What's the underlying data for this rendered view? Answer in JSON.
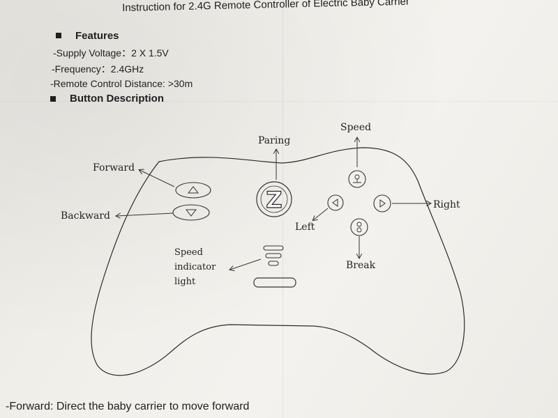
{
  "title": "Instruction for 2.4G Remote Controller of Electric Baby Carrier",
  "features": {
    "heading": "Features",
    "items": [
      "-Supply Voltage：2 X 1.5V",
      "-Frequency：2.4GHz",
      "-Remote Control Distance: >30m"
    ]
  },
  "buttons": {
    "heading": "Button Description",
    "labels": {
      "forward": "Forward",
      "backward": "Backward",
      "paring": "Paring",
      "speed": "Speed",
      "right": "Right",
      "left": "Left",
      "break": "Break",
      "speed_indicator_line1": "Speed",
      "speed_indicator_line2": "indicator",
      "speed_indicator_line3": "light"
    },
    "paring_glyph": "Z"
  },
  "footer_text": "-Forward: Direct the baby carrier to move forward"
}
